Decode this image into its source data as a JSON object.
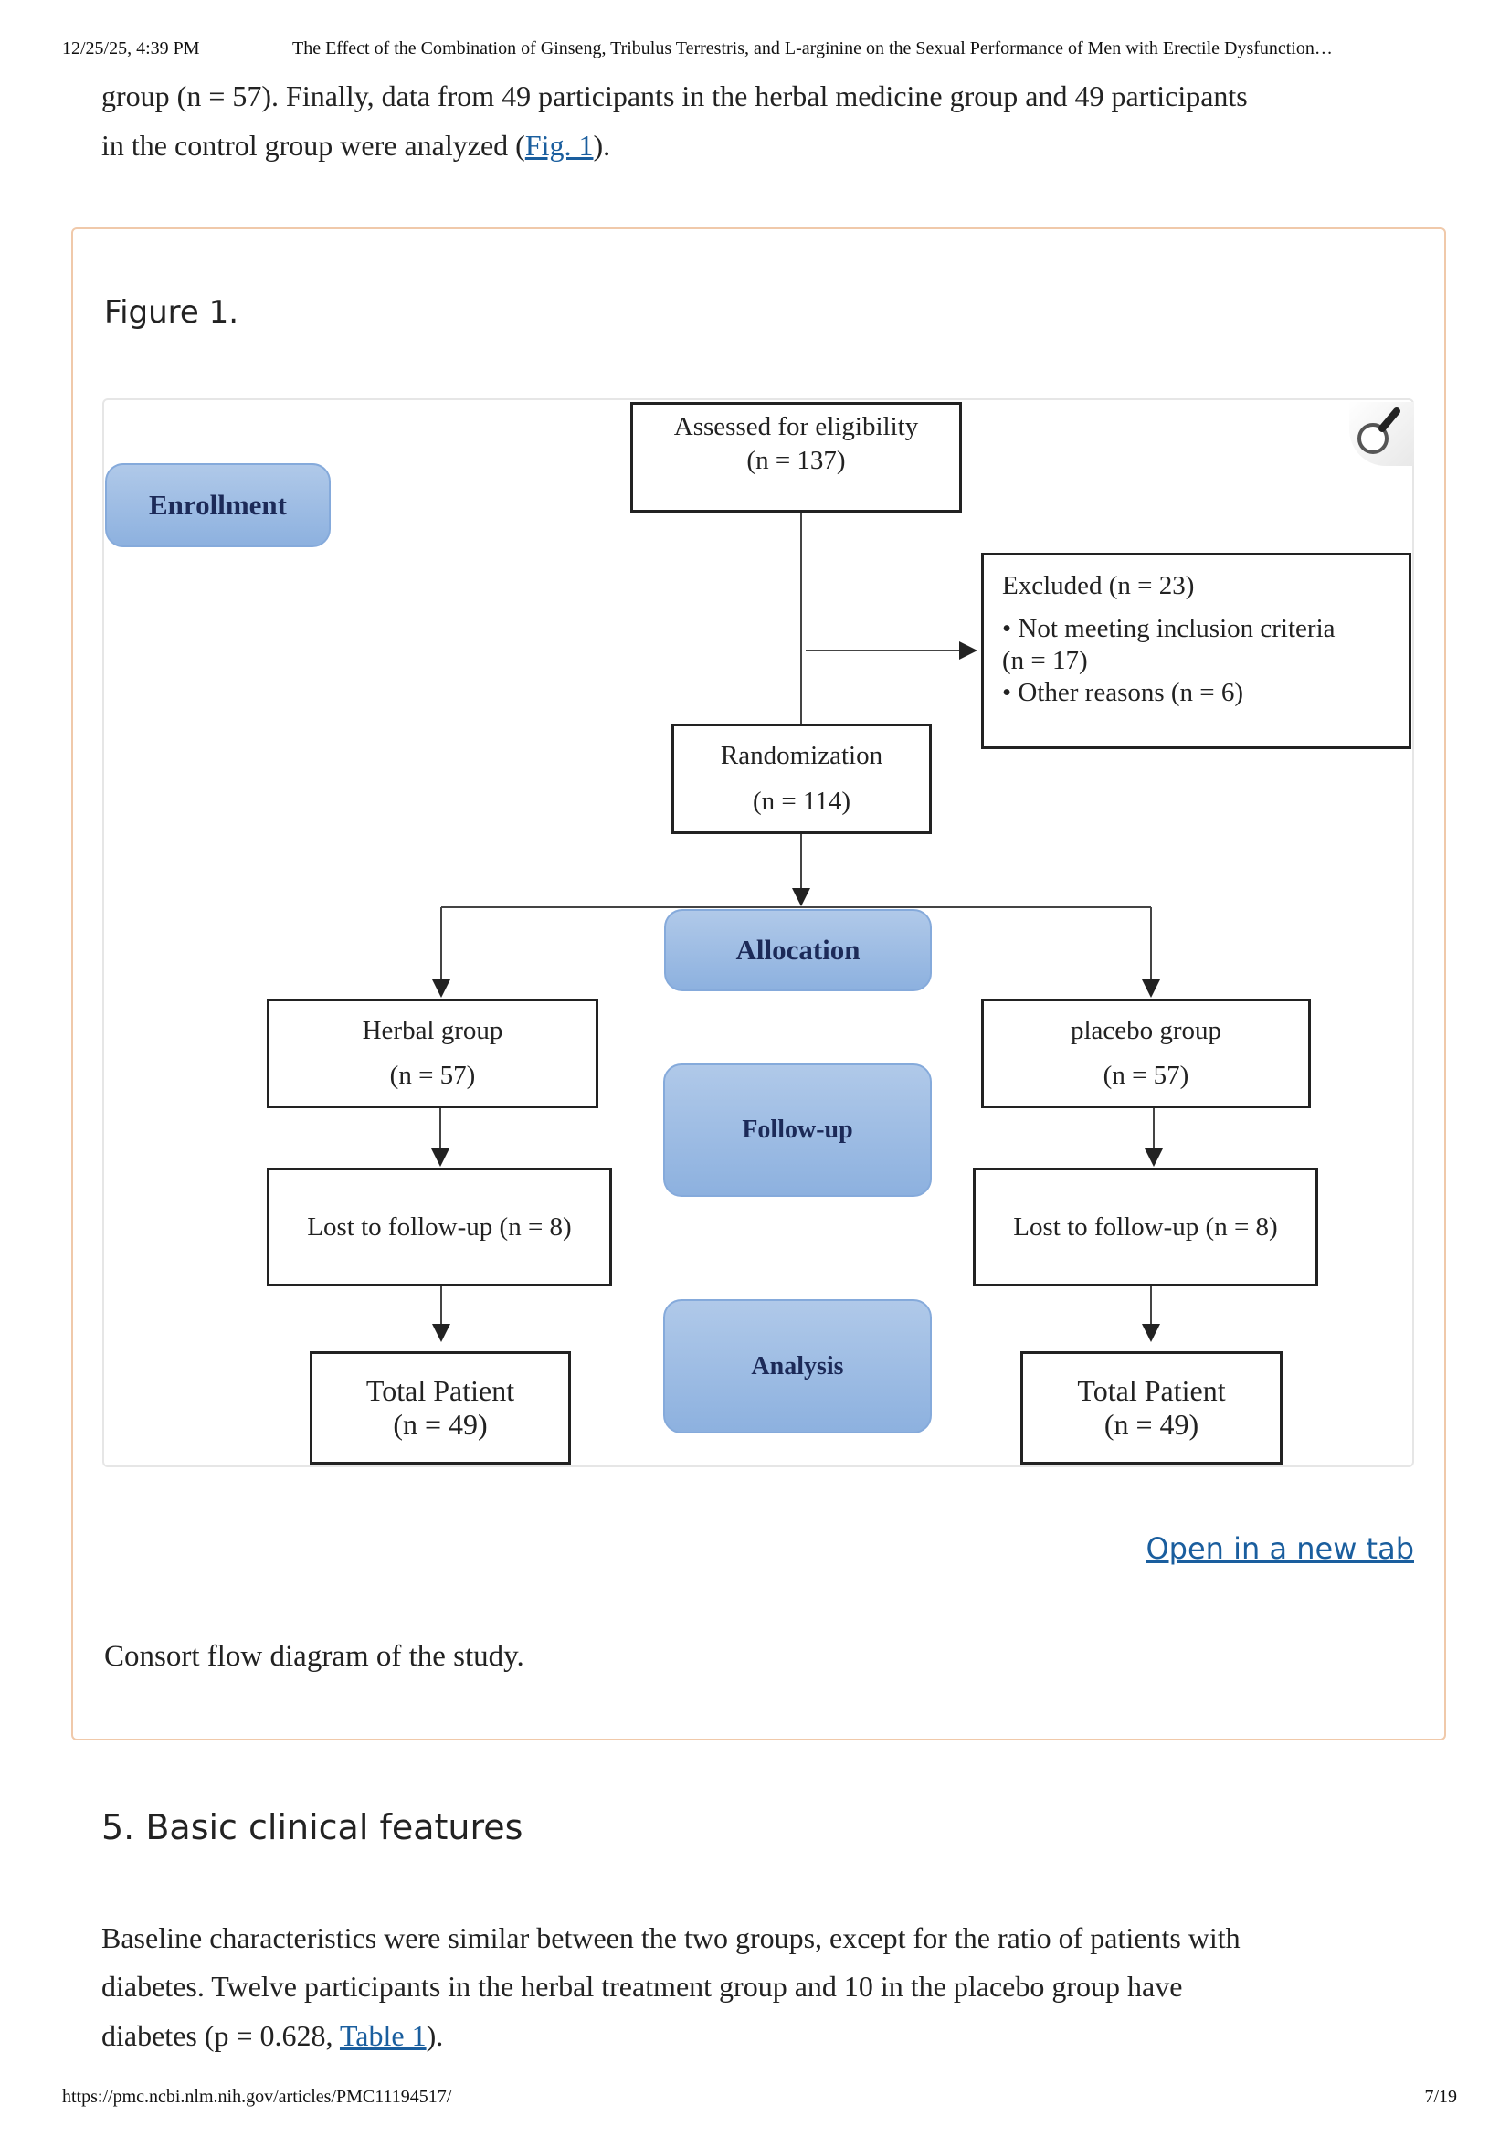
{
  "print_header": {
    "datetime": "12/25/25, 4:39 PM",
    "title": "The Effect of the Combination of Ginseng, Tribulus Terrestris, and L-arginine on the Sexual Performance of Men with Erectile Dysfunction…"
  },
  "intro": {
    "line1": "group (n = 57). Finally, data from 49 participants in the herbal medicine group and 49 participants",
    "line2_pre": "in the control group were analyzed (",
    "line2_link": "Fig. 1",
    "line2_post": ")."
  },
  "figure": {
    "label": "Figure 1.",
    "stages": {
      "enrollment": "Enrollment",
      "allocation": "Allocation",
      "followup": "Follow-up",
      "analysis": "Analysis"
    },
    "assessed": {
      "title": "Assessed for eligibility",
      "n": "(n = 137)"
    },
    "excluded": {
      "title": "Excluded (n = 23)",
      "item1": "• Not meeting inclusion criteria",
      "item1_n": "(n = 17)",
      "item2": "• Other reasons (n = 6)"
    },
    "randomization": {
      "title": "Randomization",
      "n": "(n = 114)"
    },
    "herbal": {
      "title": "Herbal group",
      "n": "(n = 57)",
      "lost": "Lost to follow-up (n = 8)",
      "total": "Total Patient",
      "total_n": "(n = 49)"
    },
    "placebo": {
      "title": "placebo group",
      "n": "(n = 57)",
      "lost": "Lost to follow-up (n = 8)",
      "total": "Total Patient",
      "total_n": "(n = 49)"
    },
    "zoom_icon": "magnifier-icon",
    "open_new_tab": "Open in a new tab",
    "caption": "Consort flow diagram of the study."
  },
  "section": {
    "heading": "5. Basic clinical features",
    "line1": "Baseline characteristics were similar between the two groups, except for the ratio of patients with",
    "line2": "diabetes. Twelve participants in the herbal treatment group and 10 in the placebo group have",
    "line3_pre": "diabetes (p = 0.628, ",
    "line3_link": "Table 1",
    "line3_post": ")."
  },
  "footer": {
    "url": "https://pmc.ncbi.nlm.nih.gov/articles/PMC11194517/",
    "page": "7/19"
  },
  "colors": {
    "link": "#1a5e9e",
    "figure_border": "#f0c9aa",
    "stage_pill": "#9dbde4"
  }
}
